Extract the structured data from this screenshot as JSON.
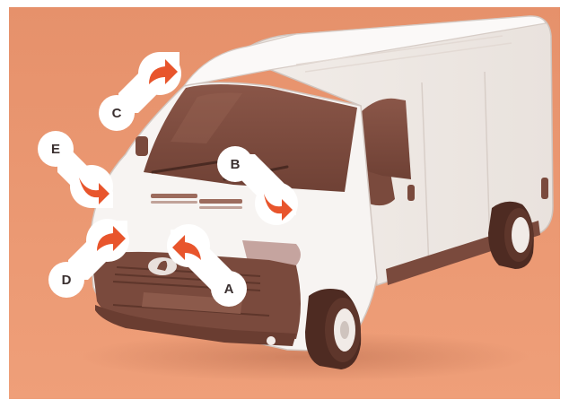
{
  "colors": {
    "background": "#e6916b",
    "frame": "#ffffff",
    "van_body": "#f6f3f1",
    "van_shadow": "#d9cfca",
    "dark_trim": "#7a4a3d",
    "glass": "#7d4d41",
    "arrow": "#e8552c",
    "badge_bg": "#ffffff",
    "badge_text": "#3a3030"
  },
  "icons": [
    "arrow-right-curved",
    "arrow-left-curved",
    "van-illustration"
  ],
  "callouts": [
    {
      "id": "A",
      "label": "A",
      "arrow_direction": "left"
    },
    {
      "id": "B",
      "label": "B",
      "arrow_direction": "right"
    },
    {
      "id": "C",
      "label": "C",
      "arrow_direction": "right"
    },
    {
      "id": "D",
      "label": "D",
      "arrow_direction": "right"
    },
    {
      "id": "E",
      "label": "E",
      "arrow_direction": "right"
    }
  ]
}
